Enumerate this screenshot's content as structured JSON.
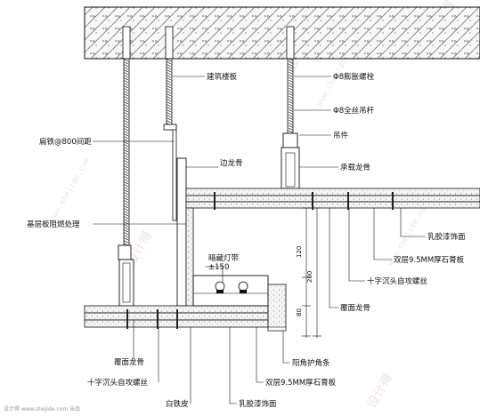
{
  "labels": {
    "building_slab": "建筑楼板",
    "expansion_bolt": "Φ8膨胀螺栓",
    "threaded_rod": "Φ8全丝吊杆",
    "hanger": "吊件",
    "main_keel": "承载龙骨",
    "flat_iron": "扁铁@800间距",
    "edge_keel": "边龙骨",
    "base_board": "基层板阻燃处理",
    "latex_paint_r": "乳胶漆饰面",
    "double_gypsum_r": "双层9.5MM厚石膏板",
    "cross_screw_r": "十字沉头自攻螺丝",
    "cover_keel_r": "覆面龙骨",
    "hidden_light": "暗藏灯带",
    "dim_pm150": "±150",
    "cover_keel_l": "覆面龙骨",
    "cross_screw_l": "十字沉头自攻螺丝",
    "white_iron": "白铁皮",
    "latex_paint_b": "乳胶漆饰面",
    "double_gypsum_b": "双层9.5MM厚石膏板",
    "corner_strip": "阳角护角条"
  },
  "dimensions": {
    "d120": "120",
    "d200": "200",
    "d80": "80"
  },
  "watermarks": {
    "cn": "设计得",
    "url": "www.shejide.com"
  },
  "footer": "设计得 www.shejide.com 出品",
  "colors": {
    "line": "#111111",
    "hatch": "#7a7a7a",
    "board_fill": "#f4f4f4",
    "watermark": "#e9c9c9"
  }
}
